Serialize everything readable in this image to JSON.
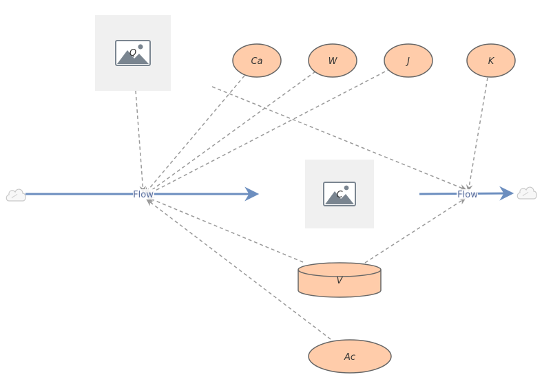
{
  "colors": {
    "node_fill": "#ffccaa",
    "node_stroke": "#666666",
    "flow_line": "#6c8ebf",
    "link": "#999999",
    "placeholder_bg": "#f0f0f0",
    "placeholder_icon": "#7a8590"
  },
  "nodes": {
    "ca": "Ca",
    "w": "W",
    "j": "J",
    "k": "K",
    "ac": "Ac",
    "v": "V",
    "q": "Q",
    "c": "C"
  },
  "flows": {
    "left": "Flow",
    "right": "Flow"
  },
  "icons": {
    "cloud": "cloud-icon",
    "image": "image-placeholder-icon"
  }
}
